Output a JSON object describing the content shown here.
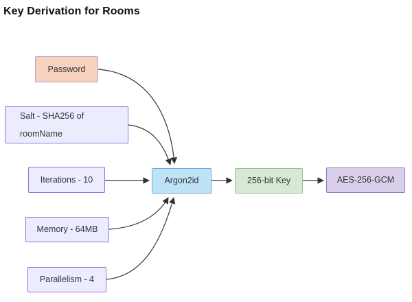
{
  "title": "Key Derivation for Rooms",
  "diagram": {
    "type": "flowchart-LR",
    "nodes": {
      "password": {
        "label": "Password"
      },
      "salt": {
        "line1": "Salt - SHA256 of",
        "line2": "roomName"
      },
      "iterations": {
        "label": "Iterations - 10"
      },
      "memory": {
        "label": "Memory - 64MB"
      },
      "parallelism": {
        "label": "Parallelism - 4"
      },
      "argon2id": {
        "label": "Argon2id"
      },
      "key256": {
        "label": "256-bit Key"
      },
      "aes": {
        "label": "AES-256-GCM"
      }
    },
    "edges": [
      {
        "from": "password",
        "to": "argon2id"
      },
      {
        "from": "salt",
        "to": "argon2id"
      },
      {
        "from": "iterations",
        "to": "argon2id"
      },
      {
        "from": "memory",
        "to": "argon2id"
      },
      {
        "from": "parallelism",
        "to": "argon2id"
      },
      {
        "from": "argon2id",
        "to": "key256"
      },
      {
        "from": "key256",
        "to": "aes"
      }
    ]
  },
  "colors": {
    "password-fill": "#f8d2be",
    "password-stroke": "#b79cc6",
    "param-fill": "#ececff",
    "param-stroke": "#9370db",
    "argon-fill": "#bee3f7",
    "argon-stroke": "#6fa8dc",
    "key-fill": "#d7e8d4",
    "key-stroke": "#9cbf9a",
    "aes-fill": "#d9ceec",
    "aes-stroke": "#8e7cc3",
    "edge": "#333333",
    "text": "#333333",
    "title": "#111111"
  }
}
